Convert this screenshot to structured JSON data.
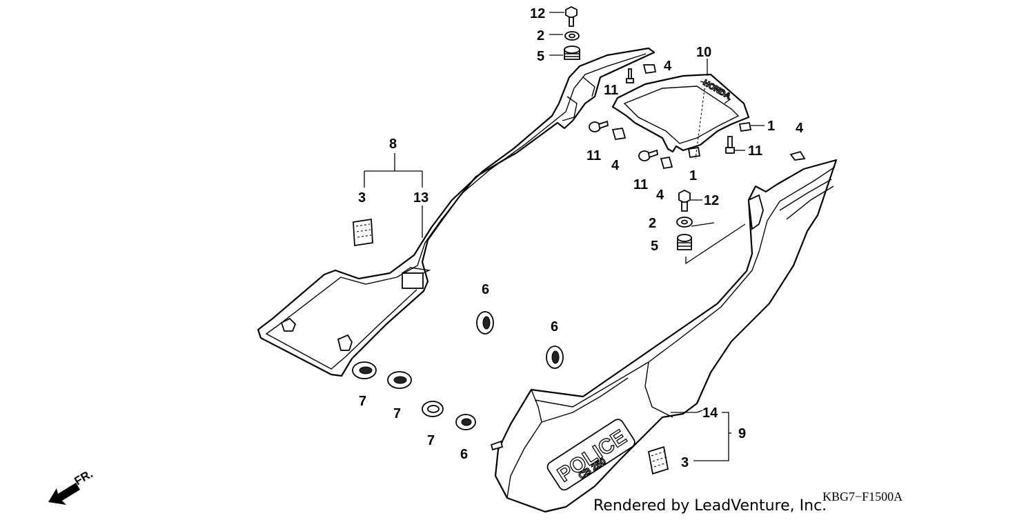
{
  "diagram": {
    "callouts": {
      "c12_top": "12",
      "c2_top": "2",
      "c5_top": "5",
      "c4_a": "4",
      "c10": "10",
      "c11_a": "11",
      "c1_a": "1",
      "c4_b": "4",
      "c11_b": "11",
      "c4_c": "4",
      "c11_c": "11",
      "c1_b": "1",
      "c11_d": "11",
      "c4_d": "4",
      "c8": "8",
      "c3_left": "3",
      "c13": "13",
      "c12_mid": "12",
      "c2_mid": "2",
      "c5_mid": "5",
      "c6_a": "6",
      "c6_b": "6",
      "c7_a": "7",
      "c7_b": "7",
      "c7_c": "7",
      "c6_c": "6",
      "c14": "14",
      "c9": "9",
      "c3_right": "3"
    },
    "cover_label": "POLICE",
    "cover_sublabel": "CB 250",
    "tail_label": "HONDA",
    "direction_label": "FR.",
    "credit": "Rendered by LeadVenture, Inc.",
    "diagram_code": "KBG7−F1500A"
  },
  "colors": {
    "line": "#000000",
    "background": "#ffffff"
  },
  "icons": {
    "direction": "front-arrow-icon"
  }
}
